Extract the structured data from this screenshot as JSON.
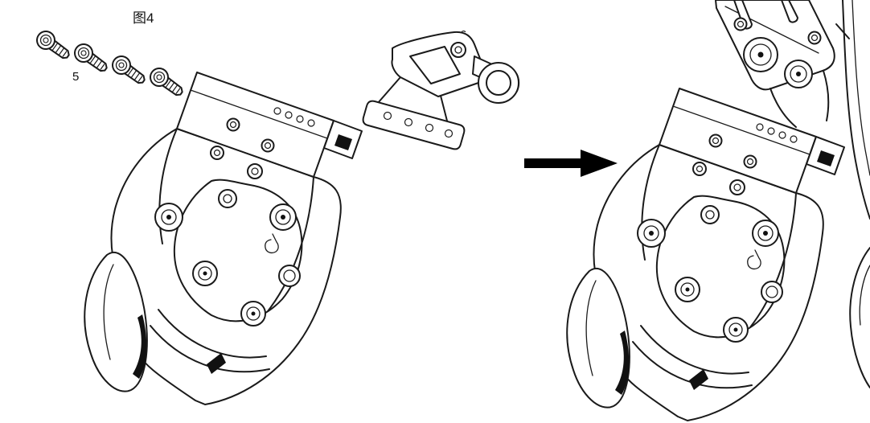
{
  "labels": {
    "figure": "图4",
    "part_screws": "5",
    "part_bracket": "6"
  },
  "parts": {
    "screw_count": 4
  },
  "colors": {
    "ink": "#1a1a1a",
    "arrow_fill": "#000000",
    "background": "#ffffff"
  }
}
